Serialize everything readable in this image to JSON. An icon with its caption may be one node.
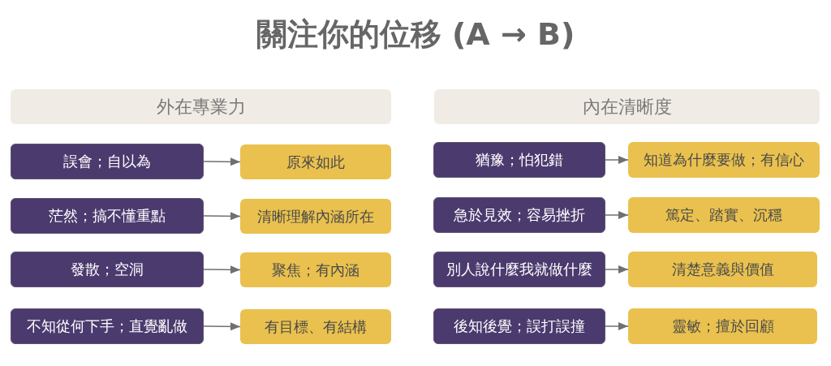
{
  "diagram": {
    "title": "關注你的位移 (A → B)",
    "nodes": [
      {
        "text": [
          "外在專業力"
        ]
      },
      {
        "text": [
          "誤會；自以為"
        ]
      },
      {
        "text": [
          "原來如此"
        ]
      },
      {
        "text": [
          "茫然；搞不懂重點"
        ]
      },
      {
        "text": [
          "清晰理解內涵所在"
        ]
      },
      {
        "text": [
          "發散；空洞"
        ]
      },
      {
        "text": [
          "聚焦；有內涵"
        ]
      },
      {
        "text": [
          "不知從何下手；直覺亂做"
        ]
      },
      {
        "text": [
          "有目標、有結構"
        ]
      },
      {
        "text": [
          "內在清晰度"
        ]
      },
      {
        "text": [
          "猶豫；怕犯錯"
        ]
      },
      {
        "text": [
          "知道為什麼要做；有信心"
        ]
      },
      {
        "text": [
          "急於見效；容易挫折"
        ]
      },
      {
        "text": [
          "篤定、踏實、沉穩"
        ]
      },
      {
        "text": [
          "別人說什麼我就做什麼"
        ]
      },
      {
        "text": [
          "清楚意義與價值"
        ]
      },
      {
        "text": [
          "後知後覺；誤打誤撞"
        ]
      },
      {
        "text": [
          "靈敏；擅於回顧"
        ]
      }
    ],
    "edges": [
      {
        "from": 1,
        "to": 2,
        "arrow": "to"
      },
      {
        "from": 3,
        "to": 4,
        "arrow": "to"
      },
      {
        "from": 5,
        "to": 6,
        "arrow": "to"
      },
      {
        "from": 7,
        "to": 8,
        "arrow": "to"
      },
      {
        "from": 10,
        "to": 11,
        "arrow": "to"
      },
      {
        "from": 12,
        "to": 13,
        "arrow": "to"
      },
      {
        "from": 14,
        "to": 15,
        "arrow": "to"
      },
      {
        "from": 16,
        "to": 17,
        "arrow": "to"
      }
    ]
  }
}
